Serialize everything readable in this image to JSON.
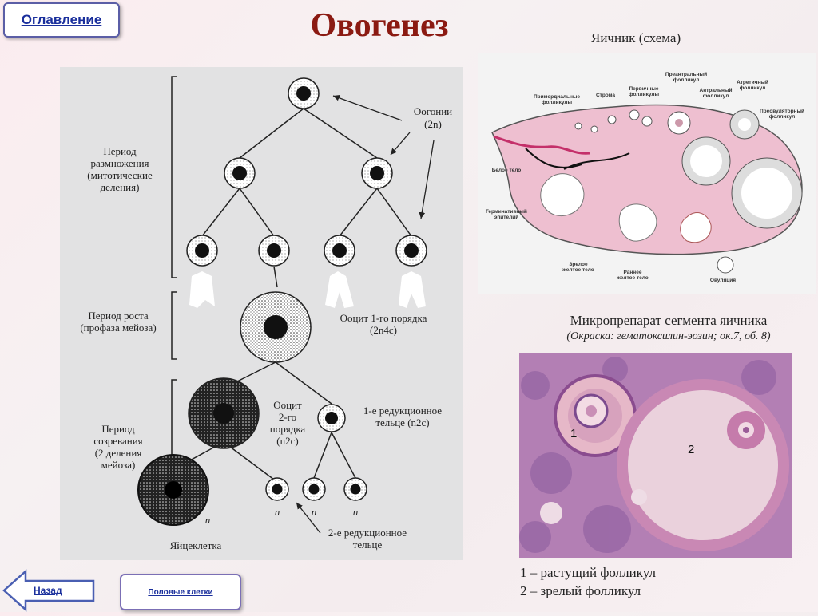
{
  "nav": {
    "toc_label": "Оглавление",
    "back_label": "Назад",
    "cells_label": "Половые клетки"
  },
  "page": {
    "title": "Овогенез"
  },
  "scheme": {
    "oogonia": "Оогонии",
    "oogonia_ploidy": "(2n)",
    "period1": [
      "Период",
      "размножения",
      "(митотические",
      "деления)"
    ],
    "period2": [
      "Период роста",
      "(профаза мейоза)"
    ],
    "period3": [
      "Период",
      "созревания",
      "(2 деления",
      "мейоза)"
    ],
    "oocyte1": "Ооцит 1-го порядка",
    "oocyte1_ploidy": "(2n4c)",
    "oocyte2": [
      "Ооцит",
      "2-го",
      "порядка",
      "(n2c)"
    ],
    "body1": "1-е редукционное",
    "body1_b": "тельце (n2c)",
    "body2": "2-е редукционное",
    "body2_b": "тельце",
    "egg": "Яйцеклетка",
    "n": "n"
  },
  "ovary": {
    "title": "Яичник (схема)",
    "labels": {
      "primordial": [
        "Примордиальные",
        "фолликулы"
      ],
      "stroma": [
        "Строма"
      ],
      "primary": [
        "Первичные",
        "фолликулы"
      ],
      "preantral": [
        "Преантральный",
        "фолликул"
      ],
      "antral": [
        "Антральный",
        "фолликул"
      ],
      "atretic": [
        "Атретичный",
        "фолликул"
      ],
      "preovulatory": [
        "Преовуляторный",
        "фолликул"
      ],
      "white_body": [
        "Белое тело"
      ],
      "germinal": [
        "Герминативный",
        "эпителий"
      ],
      "mature_yellow": [
        "Зрелое",
        "желтое тело"
      ],
      "early_yellow": [
        "Раннее",
        "желтое тело"
      ],
      "ovulation": [
        "Овуляция"
      ]
    }
  },
  "micro": {
    "title": "Микропрепарат сегмента яичника",
    "subtitle": "(Окраска: гематоксилин-эозин; ок.7, об. 8)",
    "mark1": "1",
    "mark2": "2",
    "legend1": "1 – растущий фолликул",
    "legend2": "2 – зрелый фолликул"
  },
  "colors": {
    "title": "#8b1a12",
    "link": "#1a2f9c",
    "stain": "#b37fb4"
  }
}
